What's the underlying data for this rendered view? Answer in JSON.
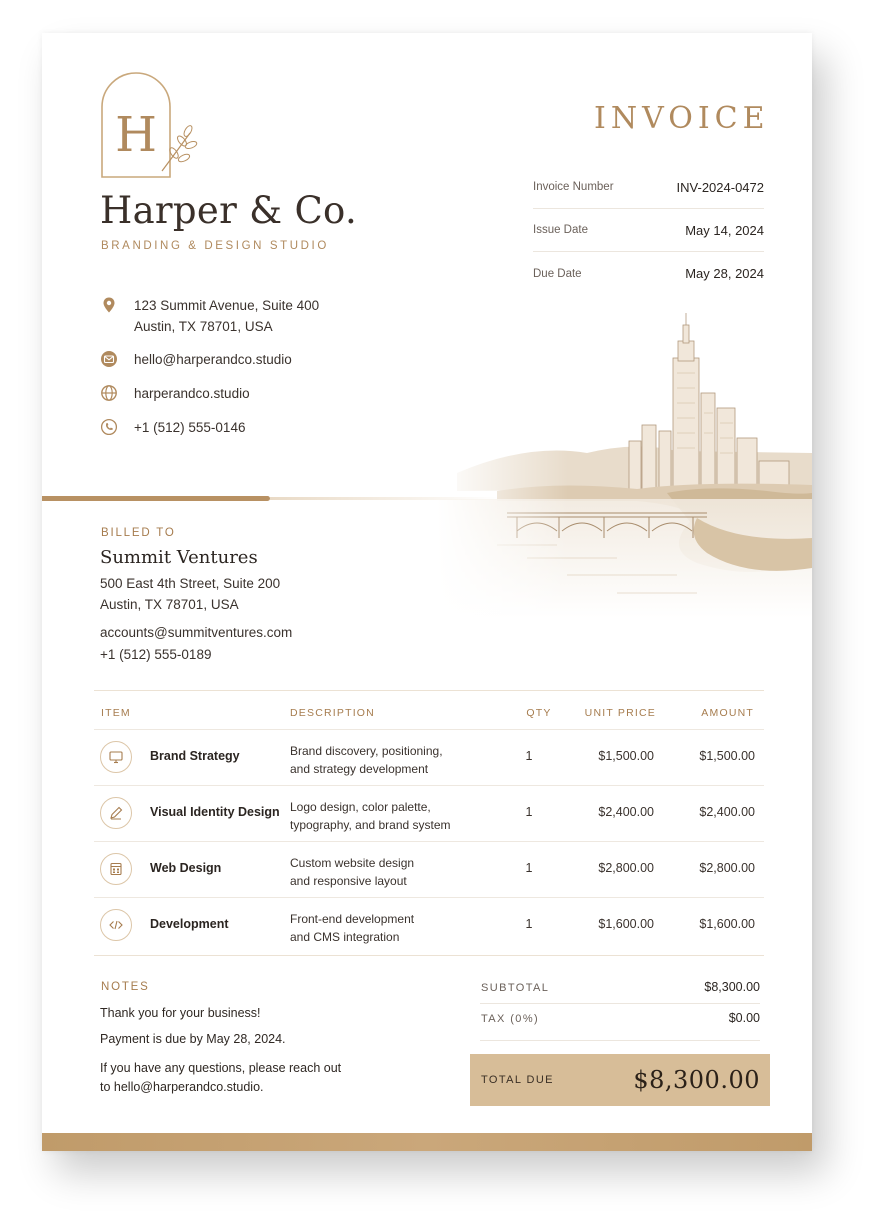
{
  "brand": {
    "monogram": "H",
    "name": "Harper & Co.",
    "tagline": "BRANDING & DESIGN STUDIO",
    "accent": "#b08a5e"
  },
  "contact": {
    "address_line1": "123 Summit Avenue, Suite 400",
    "address_line2": "Austin, TX 78701, USA",
    "email": "hello@harperandco.studio",
    "website": "harperandco.studio",
    "phone": "+1 (512) 555-0146"
  },
  "invoice": {
    "title": "INVOICE",
    "meta": [
      {
        "label": "Invoice Number",
        "value": "INV-2024-0472"
      },
      {
        "label": "Issue Date",
        "value": "May 14, 2024"
      },
      {
        "label": "Due Date",
        "value": "May 28, 2024"
      }
    ]
  },
  "billed_to": {
    "label": "BILLED TO",
    "name": "Summit Ventures",
    "address_line1": "500 East 4th Street, Suite 200",
    "address_line2": "Austin, TX 78701, USA",
    "email": "accounts@summitventures.com",
    "phone": "+1 (512) 555-0189"
  },
  "table": {
    "headers": {
      "item": "ITEM",
      "description": "DESCRIPTION",
      "qty": "QTY",
      "unit_price": "UNIT PRICE",
      "amount": "AMOUNT"
    },
    "rows": [
      {
        "icon": "monitor-icon",
        "item": "Brand Strategy",
        "desc1": "Brand discovery, positioning,",
        "desc2": "and strategy development",
        "qty": "1",
        "unit_price": "$1,500.00",
        "amount": "$1,500.00"
      },
      {
        "icon": "pen-icon",
        "item": "Visual Identity Design",
        "desc1": "Logo design, color palette,",
        "desc2": "typography, and brand system",
        "qty": "1",
        "unit_price": "$2,400.00",
        "amount": "$2,400.00"
      },
      {
        "icon": "layout-icon",
        "item": "Web Design",
        "desc1": "Custom website design",
        "desc2": "and responsive layout",
        "qty": "1",
        "unit_price": "$2,800.00",
        "amount": "$2,800.00"
      },
      {
        "icon": "code-icon",
        "item": "Development",
        "desc1": "Front-end development",
        "desc2": "and CMS integration",
        "qty": "1",
        "unit_price": "$1,600.00",
        "amount": "$1,600.00"
      }
    ]
  },
  "notes": {
    "label": "NOTES",
    "line1": "Thank you for your business!",
    "line2": "Payment is due by May 28, 2024.",
    "line3": "If you have any questions, please reach out",
    "line4": "to hello@harperandco.studio."
  },
  "summary": {
    "subtotal_label": "SUBTOTAL",
    "subtotal": "$8,300.00",
    "tax_label": "TAX  (0%)",
    "tax": "$0.00",
    "total_label": "TOTAL DUE",
    "total": "$8,300.00"
  }
}
